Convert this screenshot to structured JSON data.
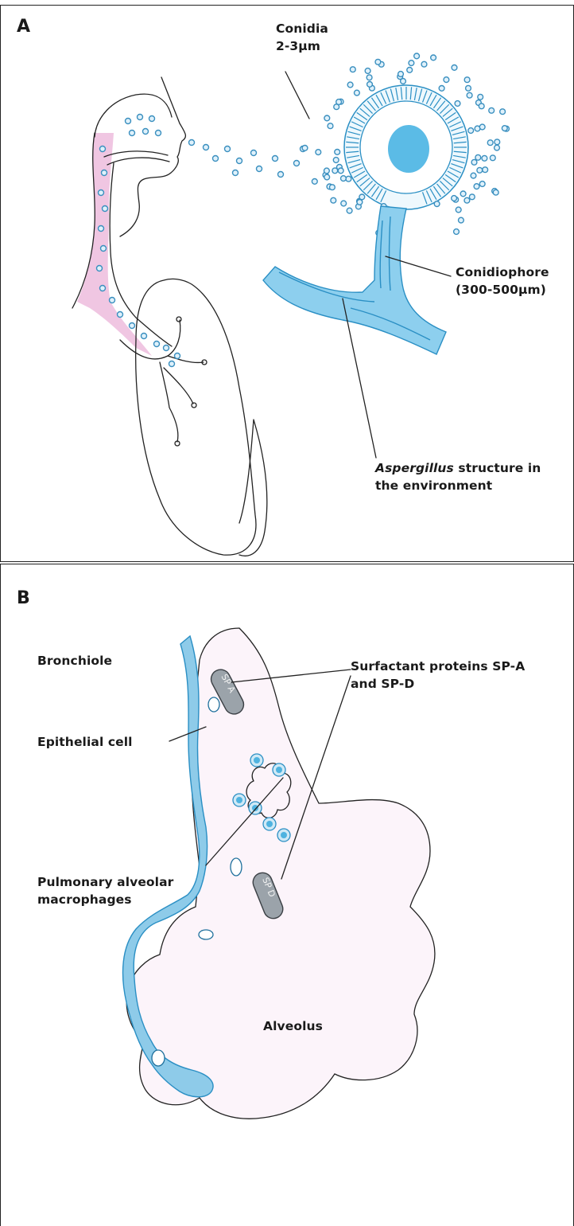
{
  "panel_a": {
    "panel_label": "A",
    "conidia_label_line1": "Conidia",
    "conidia_label_line2": "2-3µm",
    "conidiophore_label_line1": "Conidiophore",
    "conidiophore_label_line2": "(300-500µm)",
    "aspergillus_italic": "Aspergillus",
    "aspergillus_rest": " structure in",
    "aspergillus_line2": "the environment"
  },
  "panel_b": {
    "panel_label": "B",
    "bronchiole_label": "Bronchiole",
    "surfactant_line1": "Surfactant proteins SP-A",
    "surfactant_line2": "and SP-D",
    "epithelial_label": "Epithelial cell",
    "macrophage_line1": "Pulmonary alveolar",
    "macrophage_line2": "macrophages",
    "alveolus_label": "Alveolus",
    "spa_text": "SP A",
    "spd_text": "SP D"
  },
  "colors": {
    "fungus_blue": "#4fb3e0",
    "airway_pink": "#e6a6d0",
    "alveolus_pink": "#fcf4fa",
    "ink": "#222222"
  }
}
